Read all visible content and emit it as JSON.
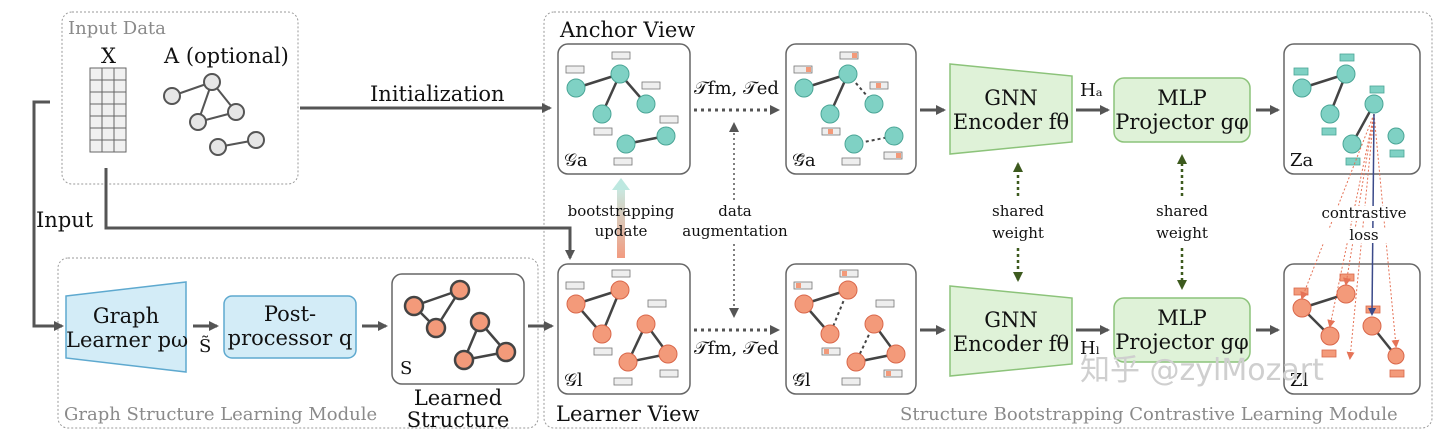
{
  "input_module": {
    "title": "Input Data",
    "x_label": "X",
    "a_label": "A (optional)"
  },
  "arrows": {
    "initialization": "Initialization",
    "input": "Input",
    "s_tilde": "S̃",
    "bootstrapping_line1": "bootstrapping",
    "bootstrapping_line2": "update",
    "augmentation_line1": "data",
    "augmentation_line2": "augmentation",
    "shared_weight_line1": "shared",
    "shared_weight_line2": "weight",
    "contrastive_line1": "contrastive",
    "contrastive_line2": "loss",
    "ha": "Hₐ",
    "hl": "Hₗ",
    "transform_top": "𝒯fm, 𝒯ed",
    "transform_bottom": "𝒯fm, 𝒯ed"
  },
  "gsl_module": {
    "title": "Graph Structure Learning Module",
    "graph_learner_line1": "Graph",
    "graph_learner_line2": "Learner pω",
    "post_processor_line1": "Post-",
    "post_processor_line2": "processor q",
    "s_label": "S",
    "learned_line1": "Learned",
    "learned_line2": "Structure"
  },
  "sbcl_module": {
    "title": "Structure Bootstrapping Contrastive Learning Module",
    "anchor_view": "Anchor View",
    "learner_view": "Learner View",
    "g_a": "𝒢a",
    "g_a_bar": "𝒢̄a",
    "g_l": "𝒢l",
    "g_l_bar": "𝒢̄l",
    "z_a": "Za",
    "z_l": "Zl",
    "gnn_line1": "GNN",
    "gnn_line2": "Encoder fθ",
    "mlp_line1": "MLP",
    "mlp_line2": "Projector gφ"
  },
  "watermark": "知乎 @zylMozart",
  "colors": {
    "anchor_node": "#7fd1c4",
    "learner_node": "#f39a7a",
    "encoder_fill": "#dff2d8",
    "graph_learner_fill": "#d3ecf7",
    "dashed_frame": "#9a9a9a",
    "arrow": "#555555",
    "shared_arrow": "#3d5a1e"
  }
}
